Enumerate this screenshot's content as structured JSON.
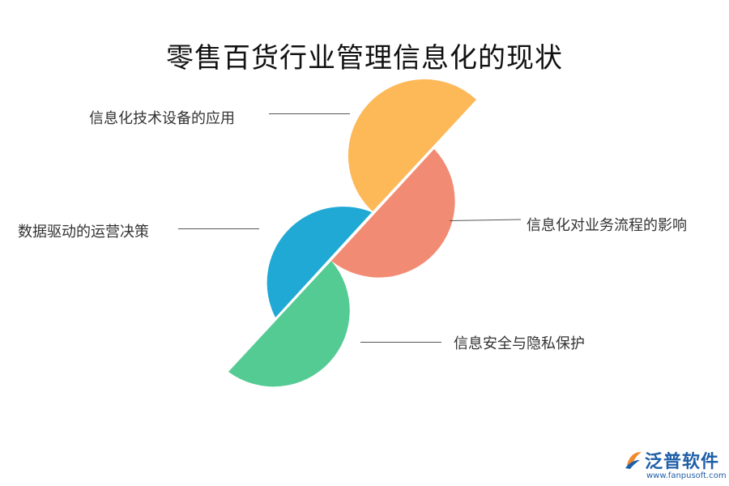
{
  "title": "零售百货行业管理信息化的现状",
  "segments": [
    {
      "label": "信息化技术设备的应用",
      "color": "#FDB858"
    },
    {
      "label": "信息化对业务流程的影响",
      "color": "#F28B73"
    },
    {
      "label": "数据驱动的运营决策",
      "color": "#1FA9D4"
    },
    {
      "label": "信息安全与隐私保护",
      "color": "#55CB94"
    }
  ],
  "logo": {
    "name": "泛普软件",
    "url": "www.fanpusoft.com",
    "color": "#1F5FA8",
    "accent": "#F08A2C"
  }
}
